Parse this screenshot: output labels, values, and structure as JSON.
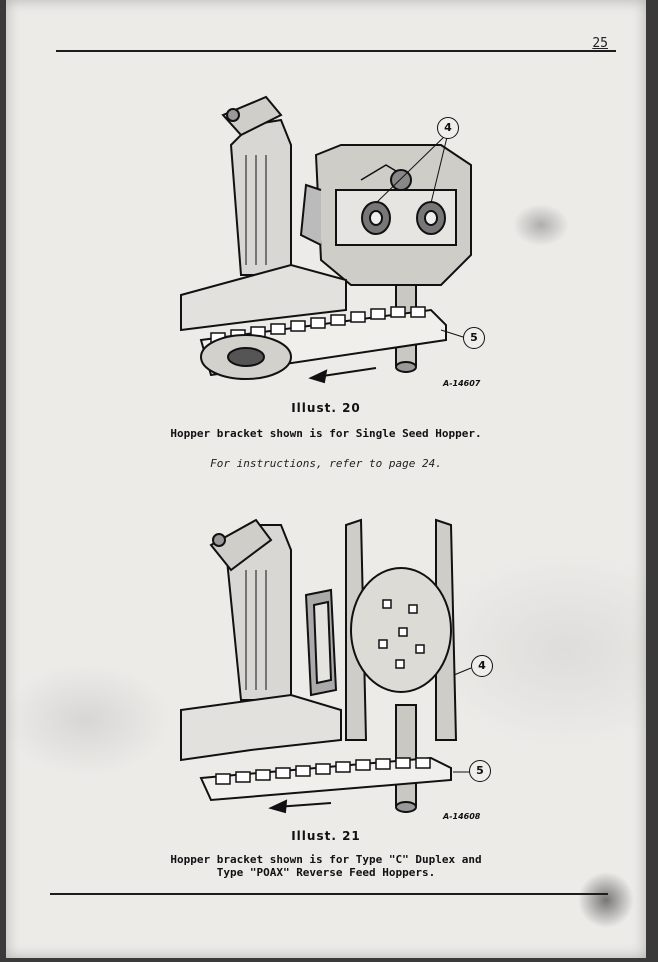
{
  "page": {
    "number": "25"
  },
  "figure1": {
    "drawing_code": "A-14607",
    "callouts": [
      "4",
      "5"
    ],
    "title": "Illust. 20",
    "caption": "Hopper bracket shown is for Single Seed Hopper.",
    "reference": "For instructions, refer to page 24."
  },
  "figure2": {
    "drawing_code": "A-14608",
    "callouts": [
      "4",
      "5"
    ],
    "title": "Illust. 21",
    "caption_line1": "Hopper bracket shown is for Type \"C\" Duplex and",
    "caption_line2": "Type \"POAX\" Reverse Feed Hoppers."
  }
}
